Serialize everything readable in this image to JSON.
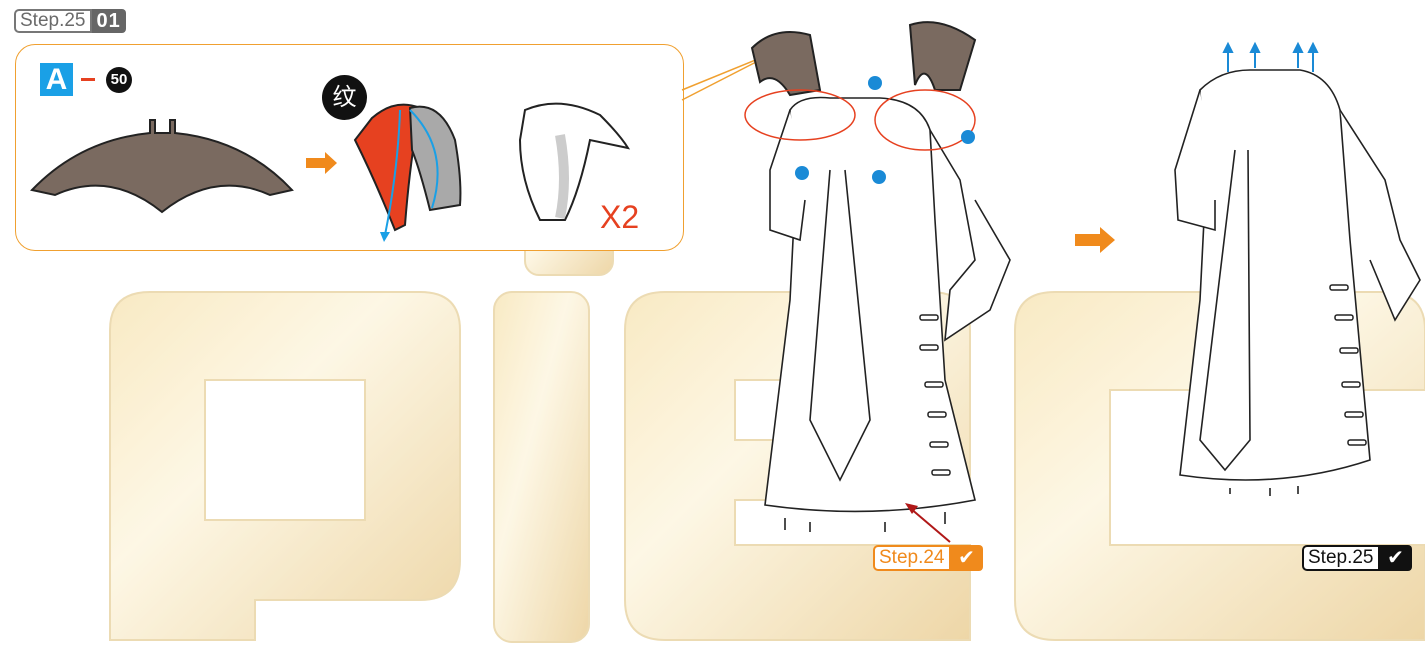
{
  "step_header": {
    "label": "Step.25",
    "number": "01"
  },
  "callout": {
    "part_letter": "A",
    "part_number": "50",
    "marker_char": "纹",
    "multiplier": "X2"
  },
  "done_steps": [
    {
      "label": "Step.24",
      "check": "✔"
    },
    {
      "label": "Step.25",
      "check": "✔"
    }
  ],
  "watermark": "piec",
  "colors": {
    "callout_border": "#f0a030",
    "part_badge": "#1aa0e6",
    "part_brown": "#7a6a60",
    "accent_red": "#e64120",
    "arrow_orange": "#f08a1c",
    "guide_blue": "#1a8ad6",
    "watermark_gold": "#f3dca0"
  },
  "icons": [
    "orange-arrow-icon",
    "check-icon",
    "blue-dot-icon",
    "up-arrow-icon"
  ]
}
